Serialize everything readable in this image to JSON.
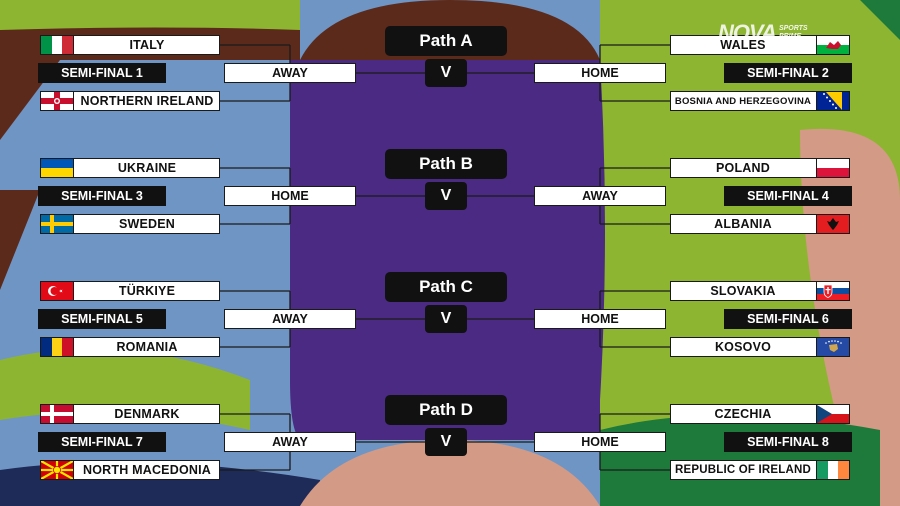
{
  "broadcaster_logo": {
    "brand": "NOVA",
    "sub": "SPORTS",
    "tag": "PRIME"
  },
  "colors": {
    "lime": "#8db531",
    "purple": "#4a2a82",
    "blue": "#6f95c4",
    "brown": "#5c2a1a",
    "pink": "#d39a86",
    "dark_green": "#1e7a3a",
    "navy": "#1e2a58"
  },
  "vs_label": "V",
  "paths": [
    {
      "name": "Path A",
      "left": {
        "team1": "ITALY",
        "flag1": "italy",
        "semi": "SEMI-FINAL 1",
        "team2": "NORTHERN IRELAND",
        "flag2": "northern-ireland",
        "venue": "AWAY"
      },
      "right": {
        "team1": "WALES",
        "flag1": "wales",
        "semi": "SEMI-FINAL 2",
        "team2": "BOSNIA AND HERZEGOVINA",
        "flag2": "bosnia",
        "venue": "HOME"
      }
    },
    {
      "name": "Path B",
      "left": {
        "team1": "UKRAINE",
        "flag1": "ukraine",
        "semi": "SEMI-FINAL 3",
        "team2": "SWEDEN",
        "flag2": "sweden",
        "venue": "HOME"
      },
      "right": {
        "team1": "POLAND",
        "flag1": "poland",
        "semi": "SEMI-FINAL 4",
        "team2": "ALBANIA",
        "flag2": "albania",
        "venue": "AWAY"
      }
    },
    {
      "name": "Path C",
      "left": {
        "team1": "TÜRKIYE",
        "flag1": "turkiye",
        "semi": "SEMI-FINAL 5",
        "team2": "ROMANIA",
        "flag2": "romania",
        "venue": "AWAY"
      },
      "right": {
        "team1": "SLOVAKIA",
        "flag1": "slovakia",
        "semi": "SEMI-FINAL 6",
        "team2": "KOSOVO",
        "flag2": "kosovo",
        "venue": "HOME"
      }
    },
    {
      "name": "Path D",
      "left": {
        "team1": "DENMARK",
        "flag1": "denmark",
        "semi": "SEMI-FINAL 7",
        "team2": "NORTH MACEDONIA",
        "flag2": "north-macedonia",
        "venue": "AWAY"
      },
      "right": {
        "team1": "CZECHIA",
        "flag1": "czechia",
        "semi": "SEMI-FINAL 8",
        "team2": "REPUBLIC OF IRELAND",
        "flag2": "ireland",
        "venue": "HOME"
      }
    }
  ]
}
